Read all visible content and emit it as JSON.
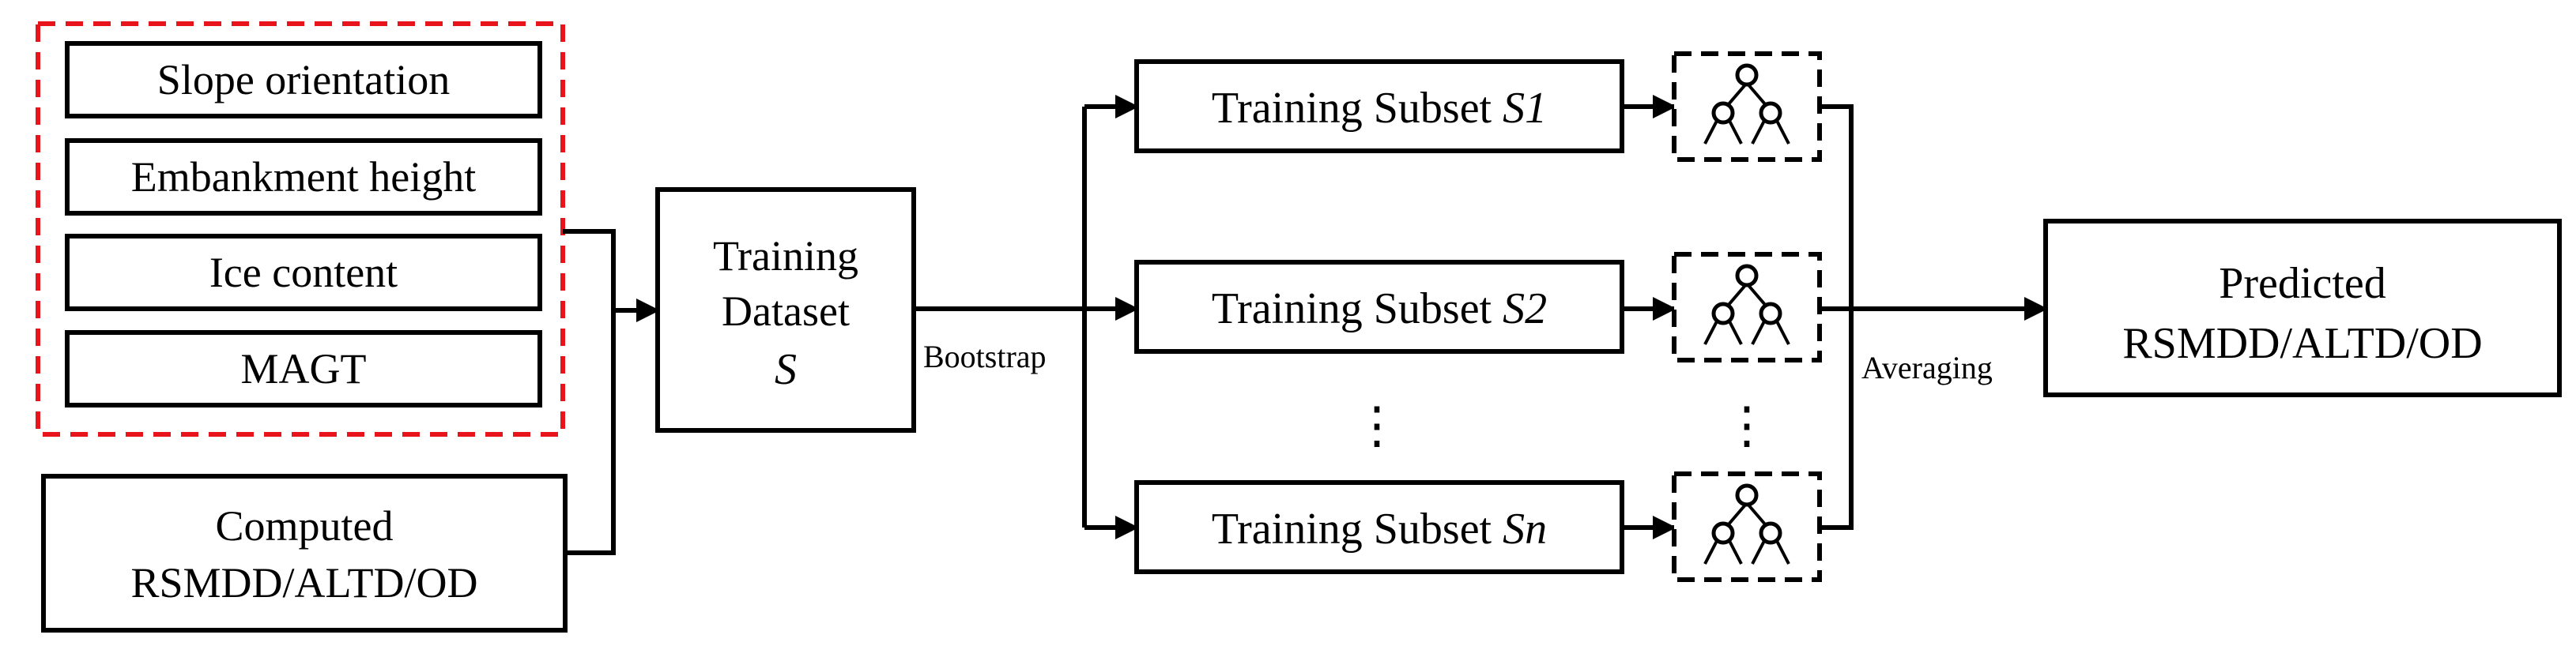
{
  "features": {
    "items": [
      "Slope orientation",
      "Embankment height",
      "Ice content",
      "MAGT"
    ]
  },
  "computed": {
    "line1": "Computed",
    "line2": "RSMDD/ALTD/OD"
  },
  "dataset": {
    "line1": "Training",
    "line2": "Dataset",
    "symbol": "S"
  },
  "bootstrap_label": "Bootstrap",
  "subsets": [
    {
      "prefix": "Training Subset ",
      "symbol": "S1"
    },
    {
      "prefix": "Training Subset ",
      "symbol": "S2"
    },
    {
      "prefix": "Training Subset ",
      "symbol": "Sn"
    }
  ],
  "ellipsis": "⋮",
  "averaging_label": "Averaging",
  "output": {
    "line1": "Predicted",
    "line2": "RSMDD/ALTD/OD"
  },
  "colors": {
    "feature_group_border": "#e8141c",
    "lines": "#000000"
  },
  "icons": {
    "tree": "decision-tree-icon",
    "arrow": "arrow-right-icon"
  }
}
